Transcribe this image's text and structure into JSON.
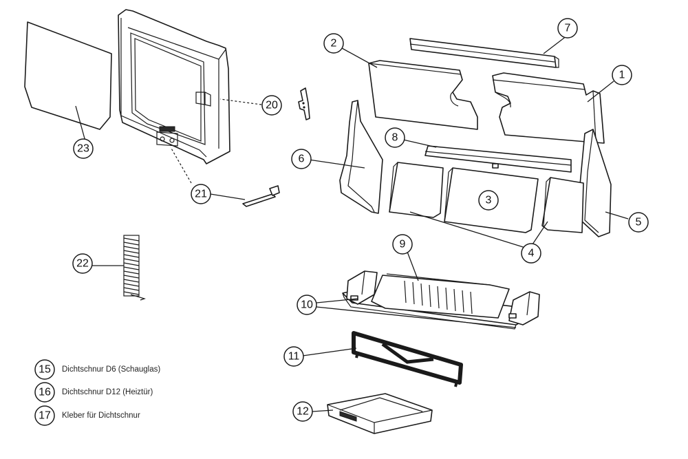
{
  "callouts": {
    "c1": "1",
    "c2": "2",
    "c3": "3",
    "c4": "4",
    "c5": "5",
    "c6": "6",
    "c7": "7",
    "c8": "8",
    "c9": "9",
    "c10": "10",
    "c11": "11",
    "c12": "12",
    "c20": "20",
    "c21": "21",
    "c22": "22",
    "c23": "23"
  },
  "legend": [
    {
      "num": "15",
      "text": "Dichtschnur D6 (Schauglas)"
    },
    {
      "num": "16",
      "text": "Dichtschnur D12 (Heiztür)"
    },
    {
      "num": "17",
      "text": "Kleber für Dichtschnur"
    }
  ]
}
